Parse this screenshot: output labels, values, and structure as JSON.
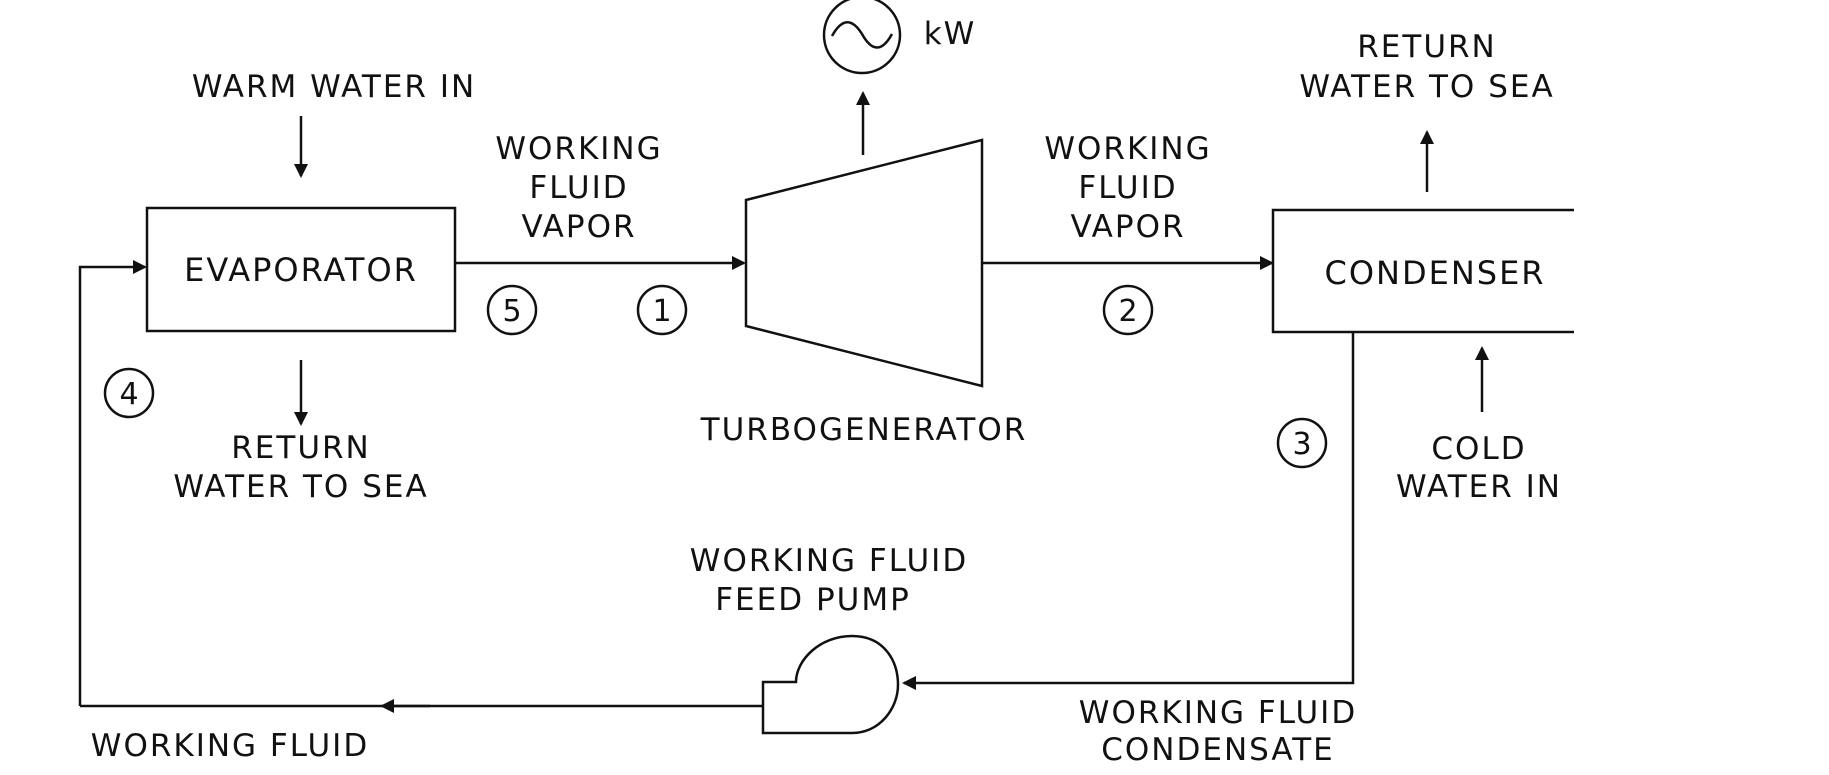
{
  "labels": {
    "warm_water_in": "WARM WATER IN",
    "return_water_left_1": "RETURN",
    "return_water_left_2": "WATER TO SEA",
    "wf_vapor_left_1": "WORKING",
    "wf_vapor_left_2": "FLUID",
    "wf_vapor_left_3": "VAPOR",
    "wf_vapor_right_1": "WORKING",
    "wf_vapor_right_2": "FLUID",
    "wf_vapor_right_3": "VAPOR",
    "return_water_right_1": "RETURN",
    "return_water_right_2": "WATER TO SEA",
    "cold_water_in_1": "COLD",
    "cold_water_in_2": "WATER IN",
    "turbogenerator": "TURBOGENERATOR",
    "feed_pump_1": "WORKING FLUID",
    "feed_pump_2": "FEED PUMP",
    "condensate_1": "WORKING FLUID",
    "condensate_2": "CONDENSATE",
    "working_fluid_bottom": "WORKING FLUID",
    "kw": "kW"
  },
  "components": {
    "evaporator": "EVAPORATOR",
    "condenser": "CONDENSER"
  },
  "state_points": [
    "1",
    "2",
    "3",
    "4",
    "5"
  ]
}
